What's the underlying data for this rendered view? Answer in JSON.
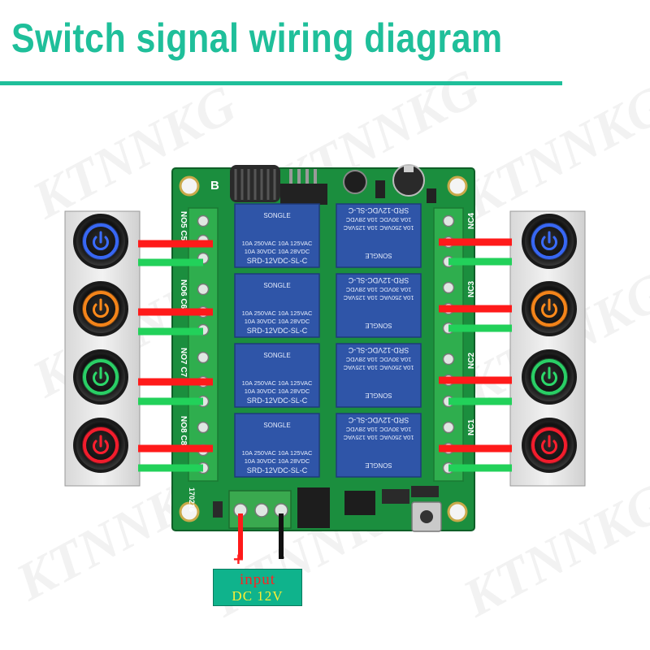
{
  "title": "Switch signal wiring diagram",
  "watermark": "KTNNKG",
  "input": {
    "line1": "input",
    "line2": "DC 12V",
    "positive": "+",
    "negative": "-"
  },
  "relay": {
    "brand": "SONGLE",
    "rating1": "10A 250VAC  10A 125VAC",
    "rating2": "10A 30VDC  10A 28VDC",
    "model": "SRD-12VDC-SL-C"
  },
  "terminals_left": [
    "NO5 C5",
    "NO6 C6",
    "NO7 C7",
    "NO8 C8"
  ],
  "terminals_right": [
    "NC4",
    "NC3",
    "NC2",
    "NC1"
  ],
  "board_marks": {
    "code": "170216",
    "corner": "B"
  },
  "buttons": [
    {
      "id": "blue",
      "color": "#3a6cff"
    },
    {
      "id": "orange",
      "color": "#ff8a1a"
    },
    {
      "id": "green",
      "color": "#2bd96a"
    },
    {
      "id": "red",
      "color": "#ff1e2e"
    }
  ],
  "colors": {
    "accent": "#1fbf9a",
    "wire_red": "#ff1a1a",
    "wire_green": "#22d15a",
    "pcb": "#1b8e3e",
    "relay": "#2f55a8"
  }
}
